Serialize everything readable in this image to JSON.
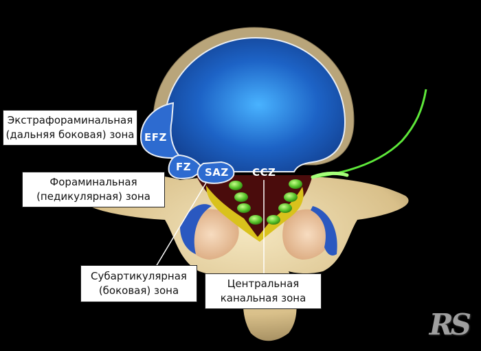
{
  "zones": {
    "efz": "EFZ",
    "fz": "FZ",
    "saz": "SAZ",
    "ccz": "CCZ"
  },
  "labels": {
    "extraforaminal": [
      "Экстрафораминальная",
      "(дальняя боковая) зона"
    ],
    "foraminal": [
      "Фораминальная",
      "(педикулярная) зона"
    ],
    "subarticular": [
      "Субартикулярная",
      "(боковая) зона"
    ],
    "central": [
      "Центральная",
      "канальная зона"
    ]
  },
  "watermark": "RS",
  "colors": {
    "background": "#000000",
    "disc": "#1f67c8",
    "disc_highlight": "#3ea0f0",
    "bone": "#e8d7a8",
    "nerve": "#7ed64a",
    "ligament": "#d9c21c",
    "canal": "#4a0c0c"
  }
}
